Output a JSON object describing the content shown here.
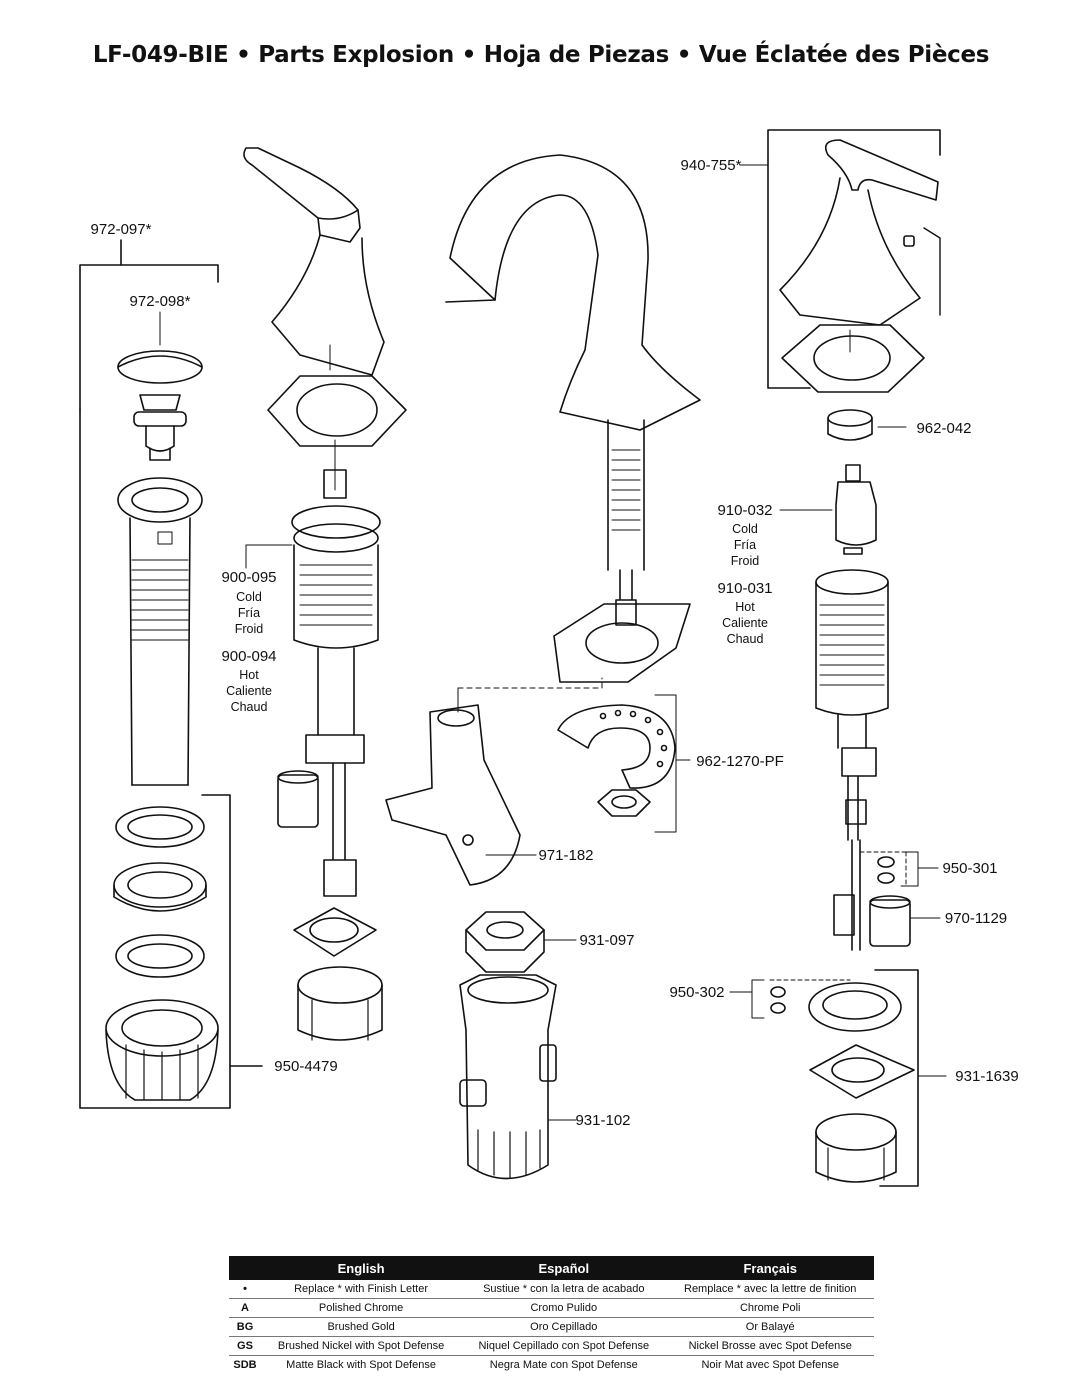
{
  "title": "LF-049-BIE • Parts Explosion • Hoja de Piezas • Vue Éclatée des Pièces",
  "parts": {
    "p972_097": "972-097*",
    "p972_098": "972-098*",
    "p900_095": "900-095",
    "p900_095_sub": [
      "Cold",
      "Fría",
      "Froid"
    ],
    "p900_094": "900-094",
    "p900_094_sub": [
      "Hot",
      "Caliente",
      "Chaud"
    ],
    "p950_4479": "950-4479",
    "p940_755": "940-755*",
    "p962_042": "962-042",
    "p910_032": "910-032",
    "p910_032_sub": [
      "Cold",
      "Fría",
      "Froid"
    ],
    "p910_031": "910-031",
    "p910_031_sub": [
      "Hot",
      "Caliente",
      "Chaud"
    ],
    "p962_1270_pf": "962-1270-PF",
    "p971_182": "971-182",
    "p931_097": "931-097",
    "p931_102": "931-102",
    "p950_301": "950-301",
    "p970_1129": "970-1129",
    "p950_302": "950-302",
    "p931_1639": "931-1639"
  },
  "legend": {
    "headers": [
      "English",
      "Español",
      "Français"
    ],
    "rows": [
      {
        "code": "•",
        "en": "Replace * with Finish Letter",
        "es": "Sustiue * con la letra de acabado",
        "fr": "Remplace * avec la lettre de finition"
      },
      {
        "code": "A",
        "en": "Polished Chrome",
        "es": "Cromo Pulido",
        "fr": "Chrome Poli"
      },
      {
        "code": "BG",
        "en": "Brushed Gold",
        "es": "Oro Cepillado",
        "fr": "Or Balayé"
      },
      {
        "code": "GS",
        "en": "Brushed Nickel with Spot Defense",
        "es": "Niquel Cepillado con Spot Defense",
        "fr": "Nickel Brosse avec Spot Defense"
      },
      {
        "code": "SDB",
        "en": "Matte Black with Spot Defense",
        "es": "Negra Mate con Spot Defense",
        "fr": "Noir Mat avec Spot Defense"
      }
    ]
  }
}
